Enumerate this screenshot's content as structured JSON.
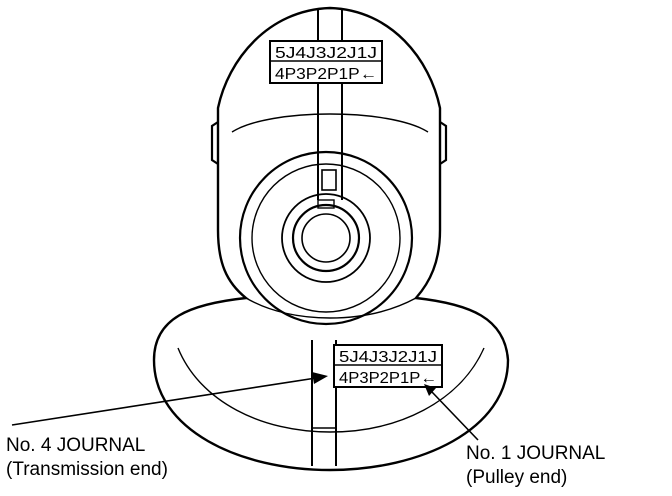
{
  "diagram": {
    "upper_code_plate": {
      "line1": "5J4J3J2J1J",
      "line2": "4P3P2P1P←"
    },
    "lower_code_plate": {
      "line1": "5J4J3J2J1J",
      "line2": "4P3P2P1P←"
    },
    "callouts": {
      "left": {
        "line1": "No. 4 JOURNAL",
        "line2": "(Transmission end)"
      },
      "right": {
        "line1": "No. 1 JOURNAL",
        "line2": "(Pulley end)"
      }
    }
  }
}
